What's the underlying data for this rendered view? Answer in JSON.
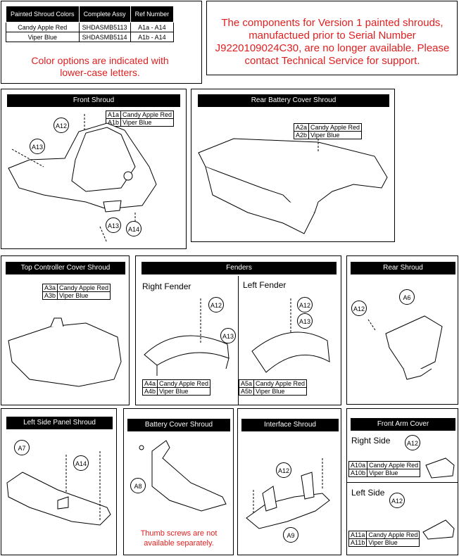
{
  "legend": {
    "headers": [
      "Painted Shroud Colors",
      "Complete Assy",
      "Ref Number"
    ],
    "rows": [
      [
        "Candy Apple Red",
        "SHDASMB5113",
        "A1a - A14"
      ],
      [
        "Viper Blue",
        "SHDASMB5114",
        "A1b - A14"
      ]
    ],
    "note": "Color options are indicated with lower-case letters."
  },
  "notice": "The components for Version 1 painted shrouds, manufactued prior to Serial Number J9220109024C30, are no longer available. Please contact Technical Service for support.",
  "panels": {
    "front_shroud": {
      "title": "Front Shroud",
      "labels": [
        [
          "A1a",
          "Candy Apple Red"
        ],
        [
          "A1b",
          "Viper Blue"
        ]
      ],
      "callouts": [
        "A12",
        "A13",
        "A13",
        "A14"
      ]
    },
    "rear_battery": {
      "title": "Rear Battery Cover Shroud",
      "labels": [
        [
          "A2a",
          "Candy Apple Red"
        ],
        [
          "A2b",
          "Viper Blue"
        ]
      ]
    },
    "top_controller": {
      "title": "Top Controller Cover Shroud",
      "labels": [
        [
          "A3a",
          "Candy Apple Red"
        ],
        [
          "A3b",
          "Viper Blue"
        ]
      ]
    },
    "fenders": {
      "title": "Fenders",
      "right_title": "Right Fender",
      "left_title": "Left Fender",
      "right_labels": [
        [
          "A4a",
          "Candy Apple Red"
        ],
        [
          "A4b",
          "Viper Blue"
        ]
      ],
      "left_labels": [
        [
          "A5a",
          "Candy Apple Red"
        ],
        [
          "A5b",
          "Viper Blue"
        ]
      ],
      "callouts": [
        "A12",
        "A13",
        "A12",
        "A13"
      ]
    },
    "rear_shroud": {
      "title": "Rear Shroud",
      "callouts": [
        "A12",
        "A6"
      ]
    },
    "left_side": {
      "title": "Left Side Panel Shroud",
      "callouts": [
        "A7",
        "A14"
      ]
    },
    "battery_cover": {
      "title": "Battery Cover Shroud",
      "callouts": [
        "A8"
      ],
      "note": "Thumb screws are not available separately."
    },
    "interface": {
      "title": "Interface Shroud",
      "callouts": [
        "A12",
        "A9"
      ]
    },
    "front_arm": {
      "title": "Front Arm Cover",
      "right_title": "Right Side",
      "left_title": "Left Side",
      "right_labels": [
        [
          "A10a",
          "Candy Apple Red"
        ],
        [
          "A10b",
          "Viper Blue"
        ]
      ],
      "left_labels": [
        [
          "A11a",
          "Candy Apple Red"
        ],
        [
          "A11b",
          "Viper Blue"
        ]
      ],
      "callouts": [
        "A12",
        "A12"
      ]
    }
  }
}
